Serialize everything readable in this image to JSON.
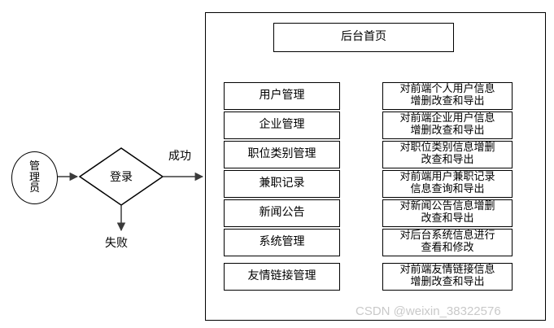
{
  "diagram": {
    "actor": {
      "name": "admin-actor",
      "lines": [
        "管",
        "理",
        "员"
      ]
    },
    "decision": {
      "label": "登录"
    },
    "edges": {
      "success_label": "成功",
      "fail_label": "失败"
    },
    "panel": {
      "title": "后台首页"
    },
    "rows": [
      {
        "menu": "用户管理",
        "desc_lines": [
          "对前端个人用户信息",
          "增删改查和导出"
        ]
      },
      {
        "menu": "企业管理",
        "desc_lines": [
          "对前端企业用户信息",
          "增删改查和导出"
        ]
      },
      {
        "menu": "职位类别管理",
        "desc_lines": [
          "对职位类别信息增删",
          "改查和导出"
        ]
      },
      {
        "menu": "兼职记录",
        "desc_lines": [
          "对前端用户兼职记录",
          "信息查询和导出"
        ]
      },
      {
        "menu": "新闻公告",
        "desc_lines": [
          "对新闻公告信息增删",
          "改查和导出"
        ]
      },
      {
        "menu": "系统管理",
        "desc_lines": [
          "对后台系统信息进行",
          "查看和修改"
        ]
      },
      {
        "menu": "友情链接管理",
        "desc_lines": [
          "对前端友情链接信息",
          "增删改查和导出"
        ]
      }
    ]
  },
  "watermark": {
    "text": "CSDN @weixin_38322576"
  },
  "colors": {
    "stroke": "#000000",
    "background": "#ffffff",
    "watermark": "#c9c9c9"
  }
}
